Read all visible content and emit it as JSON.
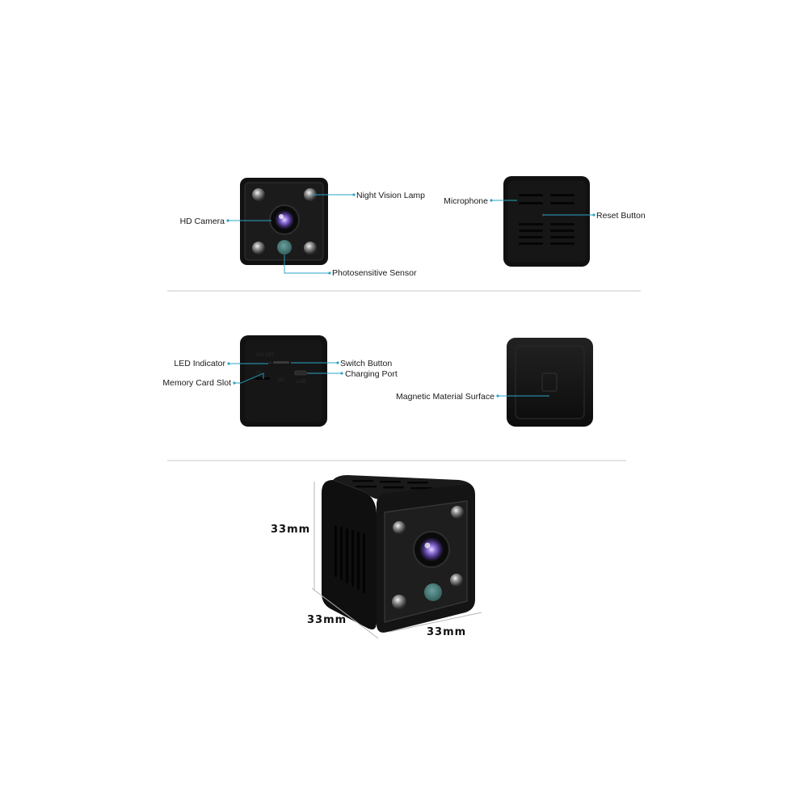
{
  "labels": {
    "night_vision_lamp": "Night Vision Lamp",
    "hd_camera": "HD Camera",
    "photosensitive_sensor": "Photosensitive Sensor",
    "microphone": "Microphone",
    "reset_button": "Reset Button",
    "led_indicator": "LED Indicator",
    "memory_card_slot": "Memory Card Slot",
    "switch_button": "Switch Button",
    "charging_port": "Charging Port",
    "magnetic_surface": "Magnetic Material Surface"
  },
  "side_markings": {
    "on_off": "ON OFF",
    "tf": "TF",
    "sd": "SD",
    "usb": "USB"
  },
  "dimensions": {
    "height": "33mm",
    "depth": "33mm",
    "width": "33mm"
  },
  "colors": {
    "leader": "#2aa6c4",
    "body": "#141414",
    "sensor": "#4a7a77"
  }
}
